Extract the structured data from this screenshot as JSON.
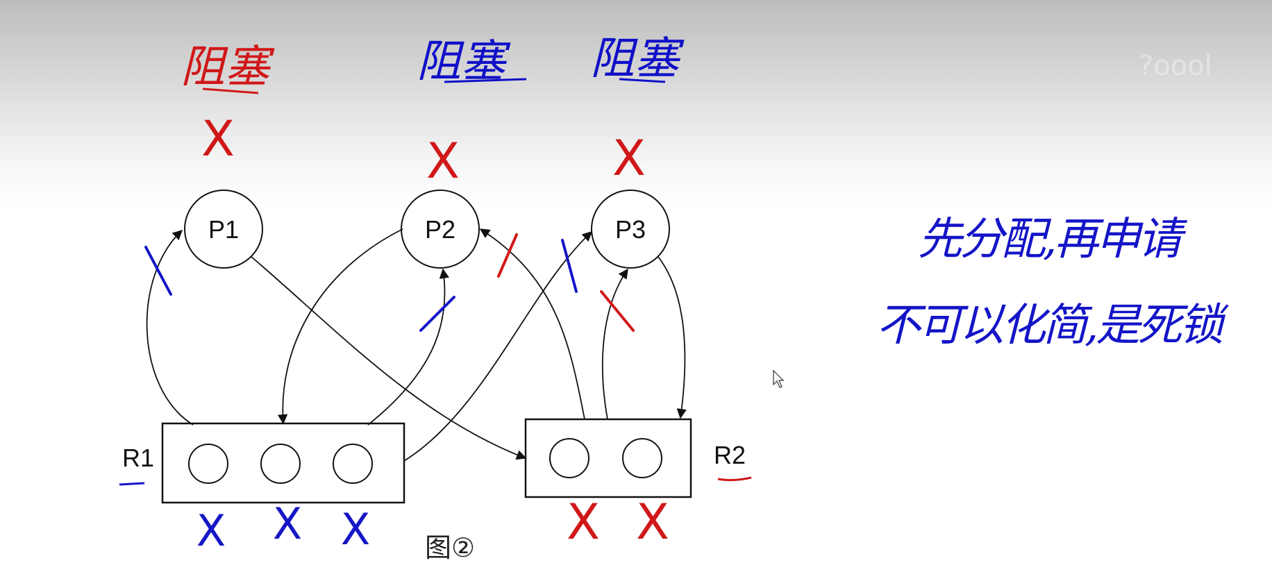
{
  "diagram": {
    "processes": [
      "P1",
      "P2",
      "P3"
    ],
    "resources": [
      "R1",
      "R2"
    ],
    "caption": "图②"
  },
  "annotations": {
    "blocked_label": "阻塞",
    "note_line1": "先分配,再申请",
    "note_line2": "不可以化简,是死锁",
    "watermark": "?oool",
    "cross": "X"
  },
  "colors": {
    "red_ink": "#d01818",
    "blue_ink": "#1414c8",
    "diagram_line": "#111111"
  }
}
